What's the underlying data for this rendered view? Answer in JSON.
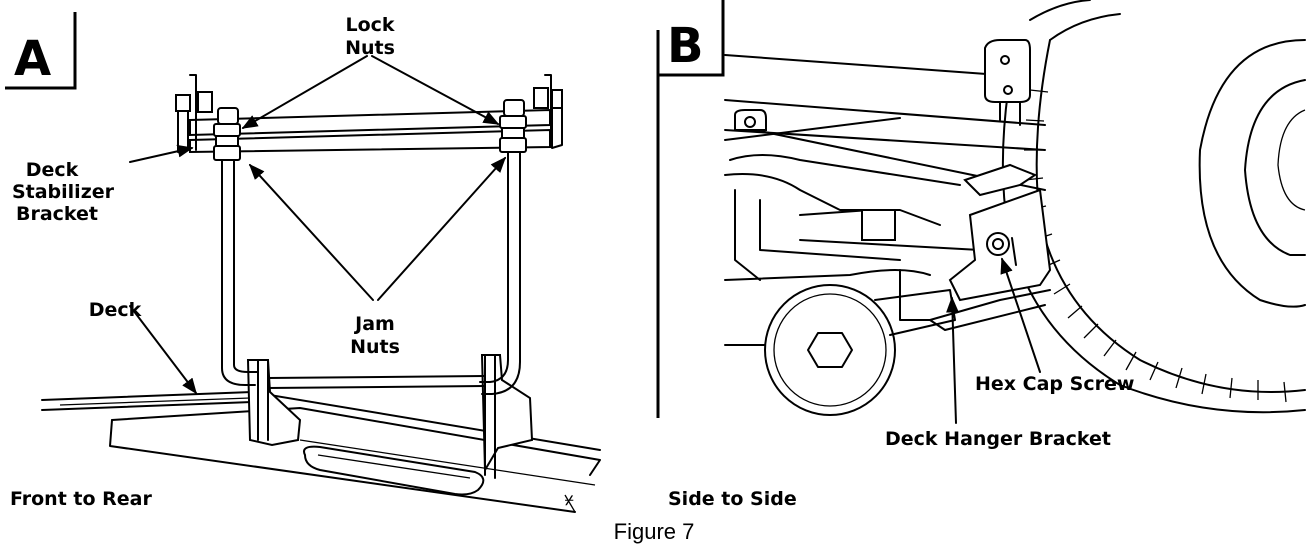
{
  "panel_a": {
    "letter": "A",
    "labels": {
      "lock_nuts_1": "Lock",
      "lock_nuts_2": "Nuts",
      "stabilizer_1": "Deck",
      "stabilizer_2": "Stabilizer",
      "stabilizer_3": "Bracket",
      "deck": "Deck",
      "jam_nuts_1": "Jam",
      "jam_nuts_2": "Nuts"
    },
    "caption": "Front to Rear"
  },
  "panel_b": {
    "letter": "B",
    "labels": {
      "hex_cap_screw": "Hex Cap Screw",
      "hanger_bracket": "Deck Hanger Bracket"
    },
    "caption": "Side to Side"
  },
  "figure_caption": "Figure 7"
}
